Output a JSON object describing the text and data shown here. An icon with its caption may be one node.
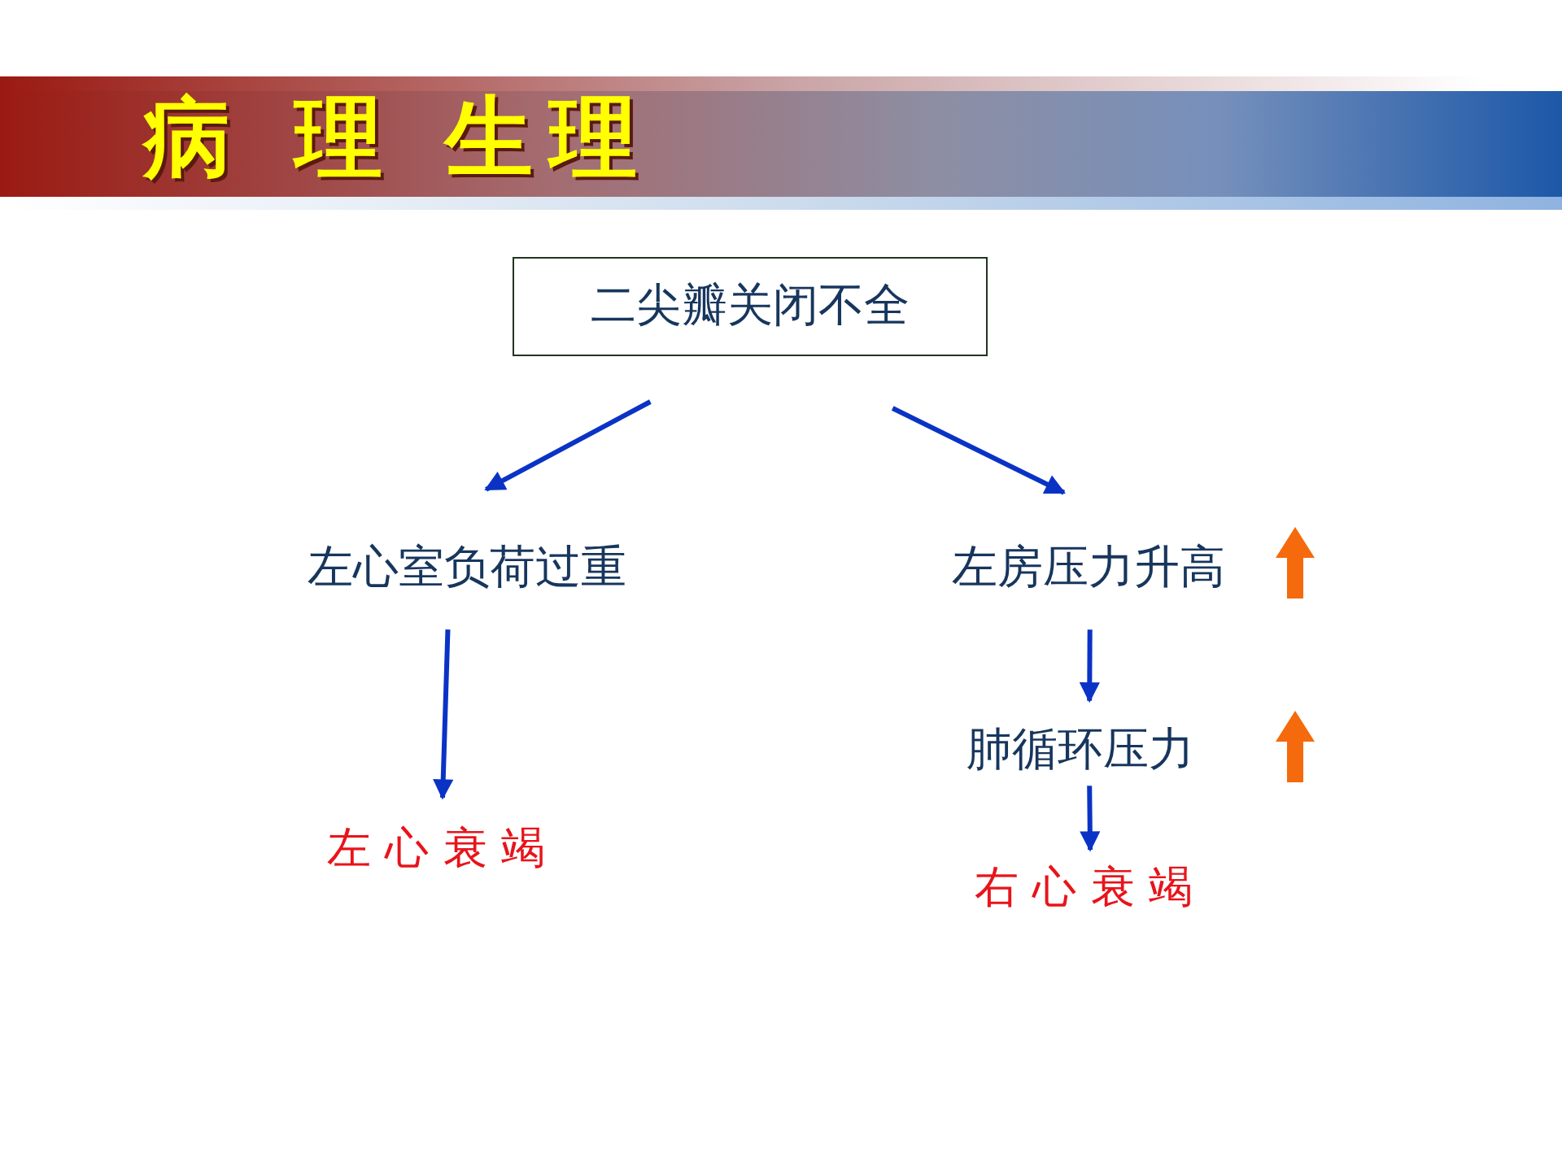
{
  "diagram": {
    "title": "病 理 生理",
    "nodes": [
      {
        "text": [
          "二尖瓣关闭不全"
        ]
      },
      {
        "text": [
          "左心室负荷过重"
        ]
      },
      {
        "text": [
          "左房压力升高"
        ]
      },
      {
        "text": [
          "肺循环压力"
        ]
      },
      {
        "text": [
          "左 心 衰 竭"
        ]
      },
      {
        "text": [
          "右 心 衰 竭"
        ]
      }
    ],
    "edges": [
      {
        "from": 0,
        "to": 1,
        "arrow": "to"
      },
      {
        "from": 0,
        "to": 2,
        "arrow": "to"
      },
      {
        "from": 1,
        "to": 4,
        "arrow": "to"
      },
      {
        "from": 2,
        "to": 3,
        "arrow": "to"
      },
      {
        "from": 3,
        "to": 5,
        "arrow": "to"
      }
    ]
  }
}
